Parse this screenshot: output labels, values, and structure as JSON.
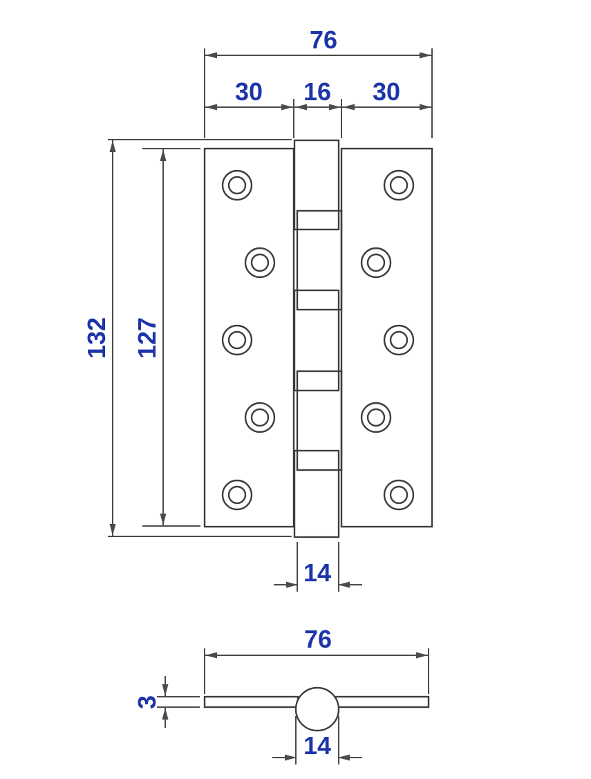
{
  "colors": {
    "line": "#3d3d3d",
    "dim": "#4b4b4b",
    "dim-text": "#1d35a8",
    "bg": "#ffffff"
  },
  "front_view": {
    "total_width": "76",
    "left_leaf_width": "30",
    "knuckle_width": "16",
    "right_leaf_width": "30",
    "total_height": "132",
    "leaf_height": "127",
    "knuckle_bottom_width": "14",
    "screw_hole_count": 10,
    "knuckle_segment_count": 5
  },
  "side_view": {
    "total_width": "76",
    "leaf_thickness": "3",
    "knuckle_diameter": "14"
  }
}
